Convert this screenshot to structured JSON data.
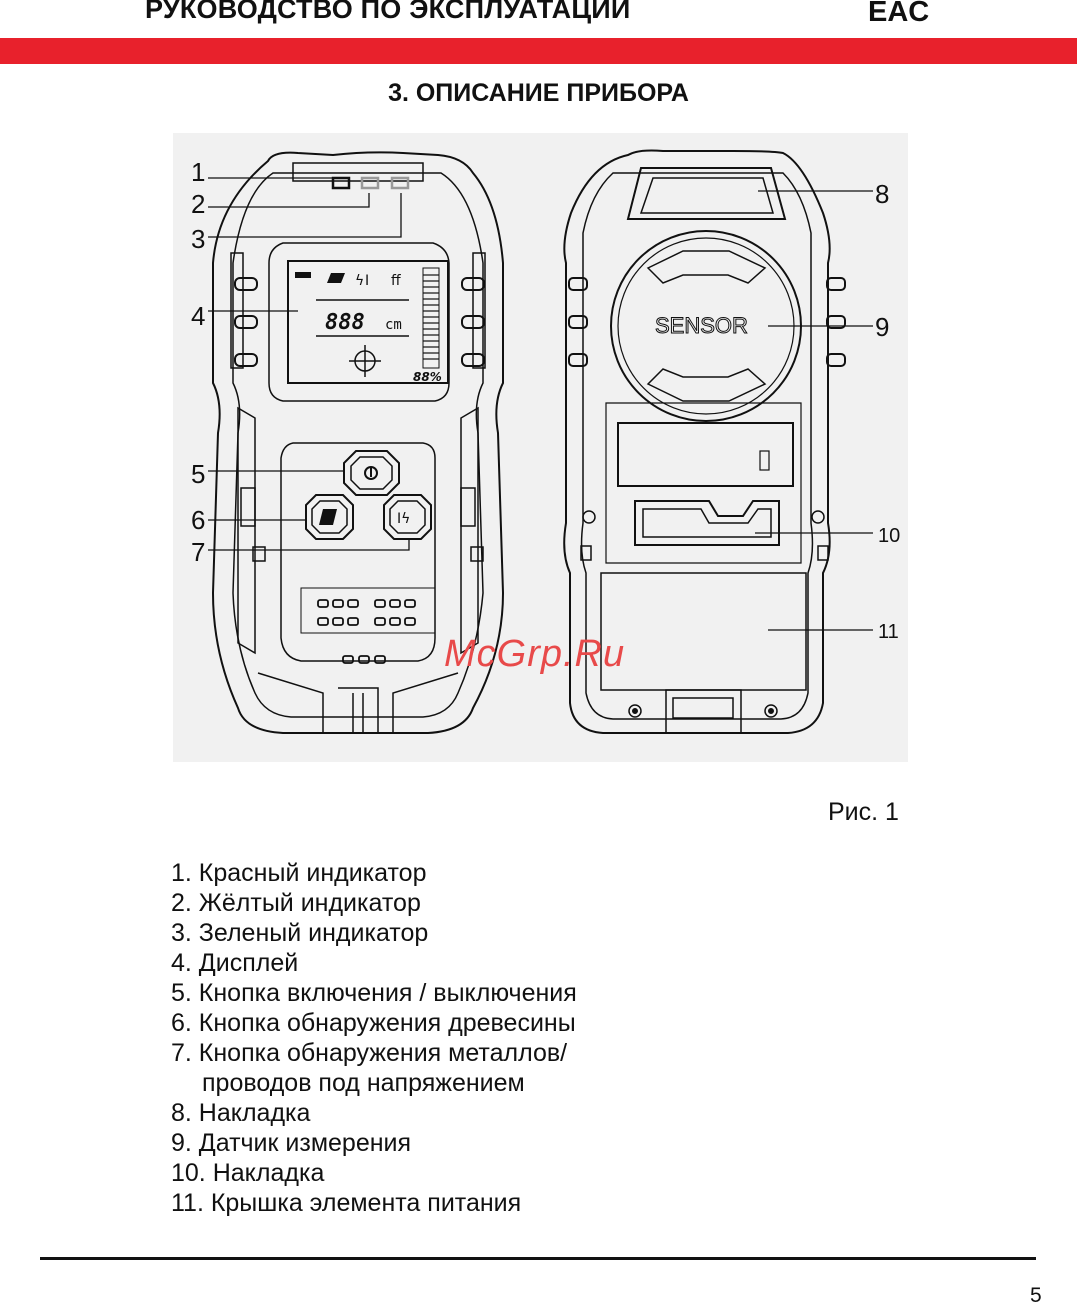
{
  "header": {
    "title": "РУКОВОДСТВО ПО ЭКСПЛУАТАЦИИ",
    "mark": "EAC"
  },
  "section_title": "3. ОПИСАНИЕ ПРИБОРА",
  "figure": {
    "callouts": [
      "1",
      "2",
      "3",
      "4",
      "5",
      "6",
      "7",
      "8",
      "9",
      "10",
      "11"
    ],
    "sensor_text": "SENSOR",
    "display_unit": "cm",
    "display_reading": "888",
    "display_percent": "88%",
    "watermark": "McGrp.Ru"
  },
  "caption": "Рис. 1",
  "legend": [
    "1. Красный индикатор",
    "2. Жёлтый индикатор",
    "3. Зеленый индикатор",
    "4. Дисплей",
    "5. Кнопка включения / выключения",
    "6. Кнопка обнаружения древесины",
    "7. Кнопка обнаружения металлов/",
    "проводов под напряжением",
    "8. Накладка",
    "9. Датчик измерения",
    "10. Накладка",
    "11. Крышка элемента питания"
  ],
  "page_number": "5"
}
